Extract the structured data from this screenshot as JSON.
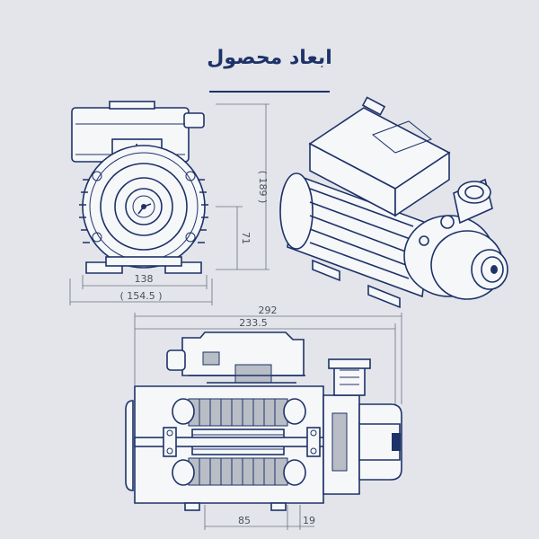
{
  "title": "ابعاد محصول",
  "dimensions": {
    "front_total_width": "( 154.5 )",
    "front_base_width": "138",
    "front_total_height": "( 189 )",
    "front_axis_height": "71",
    "side_total_length": "292",
    "side_motor_length": "233.5",
    "side_bottom_spacing": "85",
    "side_bottom_offset": "19"
  },
  "colors": {
    "background": "#e3e5ea",
    "line": "#1d3268",
    "dimension_text": "#4a4f5c"
  }
}
